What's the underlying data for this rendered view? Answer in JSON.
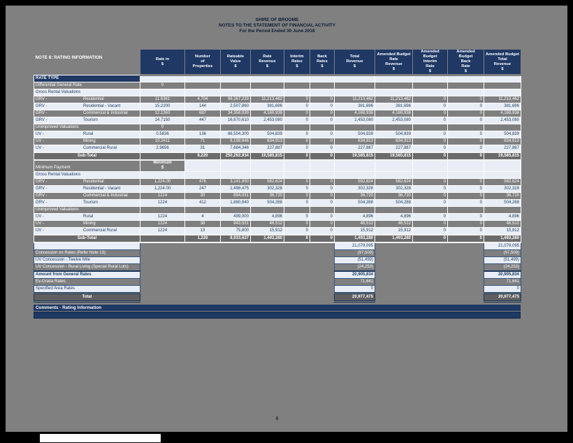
{
  "document": {
    "title_lines": [
      "SHIRE OF BROOME",
      "NOTES TO THE STATEMENT OF FINANCIAL ACTIVITY",
      "For the Period Ended 30 June 2018"
    ],
    "note_title": "NOTE 8: RATING INFORMATION",
    "comments_bar": "Comments - Rating Information",
    "page_number": "8"
  },
  "colors": {
    "header_navy": "#1F3864",
    "page_gray": "#808080",
    "light_row": "#E9EEF6",
    "gray_row": "#7F7F7F",
    "subtotal_row": "#6B6B6B",
    "light_text": "#17375D",
    "background": "#000000"
  },
  "table": {
    "columns": [
      {
        "lines": "Rate in\n$"
      },
      {
        "lines": "Number\nof\nProperties"
      },
      {
        "lines": "Rateable\nValue\n$"
      },
      {
        "lines": "Rate\nRevenue\n$"
      },
      {
        "lines": "Interim\nRates\n$"
      },
      {
        "lines": "Back\nRates\n$"
      },
      {
        "lines": "Total\nRevenue\n$"
      },
      {
        "lines": "Amended Budget\nRate\nRevenue\n$"
      },
      {
        "lines": "Amended Budget\nInterim\nRate\n$"
      },
      {
        "lines": "Amended Budget\nBack\nRate\n$"
      },
      {
        "lines": "Amended Budget\nTotal\nRevenue\n$"
      }
    ],
    "rows": [
      {
        "t": "bar",
        "code": "",
        "label": "RATE TYPE",
        "c": [
          "",
          "",
          "",
          "",
          "",
          "",
          "",
          "",
          "",
          "",
          ""
        ]
      },
      {
        "t": "secg",
        "code": "",
        "label": "Differential General Rate",
        "c": [
          "0",
          "",
          "",
          "",
          "",
          "",
          "",
          "",
          "",
          "",
          ""
        ]
      },
      {
        "t": "secl",
        "code": "",
        "label": "Gross Rental Valuations",
        "c": [
          "",
          "",
          "",
          "",
          "",
          "",
          "",
          "",
          "",
          "",
          ""
        ]
      },
      {
        "t": "dg",
        "code": "GRV -",
        "label": "Residential",
        "c": [
          "11.6361",
          "4,704",
          "96,367,233",
          "11,213,462",
          "0",
          "0",
          "11,213,462",
          "11,213,462",
          "0",
          "0",
          "11,213,462"
        ]
      },
      {
        "t": "dl",
        "code": "GRV -",
        "label": "Residential - Vacant",
        "c": [
          "15.2200",
          "144",
          "2,507,860",
          "381,696",
          "0",
          "0",
          "381,696",
          "381,696",
          "0",
          "0",
          "381,696"
        ]
      },
      {
        "t": "dg",
        "code": "GRV -",
        "label": "Commercial & Industrial",
        "c": [
          "12.1363",
          "687",
          "34,358,939",
          "4,169,938",
          "0",
          "0",
          "4,169,938",
          "4,169,938",
          "0",
          "0",
          "4,169,938"
        ]
      },
      {
        "t": "dl",
        "code": "GRV -",
        "label": "Tourism",
        "c": [
          "14.7150",
          "447",
          "16,670,610",
          "2,453,080",
          "0",
          "0",
          "2,453,080",
          "2,453,080",
          "0",
          "0",
          "2,453,080"
        ]
      },
      {
        "t": "secg",
        "code": "",
        "label": "Unimproved Valuations",
        "c": [
          "0",
          "",
          "",
          "",
          "",
          "",
          "",
          "",
          "",
          "",
          ""
        ]
      },
      {
        "t": "dl",
        "code": "UV -",
        "label": "Rural",
        "c": [
          "0.5836",
          "136",
          "86,504,300",
          "504,839",
          "0",
          "0",
          "504,839",
          "504,839",
          "0",
          "0",
          "504,839"
        ]
      },
      {
        "t": "dg",
        "code": "UV -",
        "label": "Mining",
        "c": [
          "10.2411",
          "71",
          "6,199,646",
          "634,913",
          "0",
          "0",
          "634,913",
          "634,913",
          "0",
          "0",
          "634,913"
        ]
      },
      {
        "t": "dl",
        "code": "UV -",
        "label": "Commercial Rural",
        "c": [
          "2.9656",
          "31",
          "7,684,346",
          "227,887",
          "0",
          "0",
          "227,887",
          "227,887",
          "0",
          "0",
          "227,887"
        ]
      },
      {
        "t": "sub",
        "code": "",
        "label": "Sub-Total",
        "c": [
          "",
          "6,220",
          "250,292,934",
          "19,585,815",
          "0",
          "0",
          "19,585,815",
          "19,585,815",
          "0",
          "0",
          "19,585,815"
        ]
      },
      {
        "t": "minhdr",
        "code": "",
        "label": "Minimum Payment",
        "c": [
          "Minimum\n$",
          "",
          "",
          "",
          "",
          "",
          "",
          "",
          "",
          "",
          ""
        ]
      },
      {
        "t": "secl",
        "code": "",
        "label": "Gross Rental Valuations",
        "c": [
          "",
          "",
          "",
          "",
          "",
          "",
          "",
          "",
          "",
          "",
          ""
        ]
      },
      {
        "t": "dg",
        "code": "GRV -",
        "label": "Residential",
        "c": [
          "1,224.00",
          "476",
          "3,141,950",
          "582,624",
          "0",
          "0",
          "582,624",
          "582,624",
          "0",
          "0",
          "582,624"
        ]
      },
      {
        "t": "dl",
        "code": "GRV -",
        "label": "Residential - Vacant",
        "c": [
          "1,224.00",
          "247",
          "1,498,475",
          "302,328",
          "0",
          "0",
          "302,328",
          "302,328",
          "0",
          "0",
          "302,328"
        ]
      },
      {
        "t": "dg",
        "code": "GRV -",
        "label": "Commercial & Industrial",
        "c": [
          "1224",
          "30",
          "894,031",
          "36,720",
          "0",
          "0",
          "36,720",
          "36,720",
          "0",
          "0",
          "36,720"
        ]
      },
      {
        "t": "dl",
        "code": "GRV -",
        "label": "Tourism",
        "c": [
          "1224",
          "412",
          "1,880,840",
          "504,288",
          "0",
          "0",
          "504,288",
          "504,288",
          "0",
          "0",
          "504,288"
        ]
      },
      {
        "t": "secg",
        "code": "",
        "label": "Unimproved Valuations",
        "c": [
          "",
          "",
          "",
          "",
          "",
          "",
          "",
          "",
          "",
          "",
          ""
        ]
      },
      {
        "t": "dl",
        "code": "UV -",
        "label": "Rural",
        "c": [
          "1224",
          "4",
          "499,000",
          "4,896",
          "0",
          "0",
          "4,896",
          "4,896",
          "0",
          "0",
          "4,896"
        ]
      },
      {
        "t": "dg",
        "code": "UV -",
        "label": "Mining",
        "c": [
          "1224",
          "38",
          "943,531",
          "46,512",
          "0",
          "0",
          "46,512",
          "46,512",
          "0",
          "0",
          "46,512"
        ]
      },
      {
        "t": "dl",
        "code": "UV -",
        "label": "Commercial Rural",
        "c": [
          "1224",
          "13",
          "75,800",
          "15,912",
          "0",
          "0",
          "15,912",
          "15,912",
          "0",
          "0",
          "15,912"
        ]
      },
      {
        "t": "sub",
        "code": "",
        "label": "Sub-Total",
        "c": [
          "",
          "1,220",
          "8,933,627",
          "1,493,280",
          "0",
          "0",
          "1,493,280",
          "1,493,280",
          "0",
          "0",
          "1,493,280"
        ]
      },
      {
        "t": "bl",
        "code": "",
        "label": "",
        "c": [
          null,
          null,
          null,
          null,
          null,
          null,
          "21,079,095",
          null,
          null,
          null,
          "21,079,095"
        ]
      },
      {
        "t": "bg",
        "code": "",
        "label": "Concession on Rates (Refer Note 13)",
        "c": [
          null,
          null,
          null,
          null,
          null,
          null,
          "(97,509)",
          null,
          null,
          null,
          "(97,509)"
        ]
      },
      {
        "t": "bl",
        "code": "",
        "label": "UV Concession - Twelve Mile",
        "c": [
          null,
          null,
          null,
          null,
          null,
          null,
          "(51,499)",
          null,
          null,
          null,
          "(51,499)"
        ]
      },
      {
        "t": "bg",
        "code": "",
        "label": "UV Concession - Rural Living (Special Rural Lots)",
        "c": [
          null,
          null,
          null,
          null,
          null,
          null,
          "(24,253)",
          null,
          null,
          null,
          "(24,253)"
        ]
      },
      {
        "t": "blb",
        "code": "",
        "label": "Amount from General Rates",
        "c": [
          null,
          null,
          null,
          null,
          null,
          null,
          "20,905,834",
          null,
          null,
          null,
          "20,905,834"
        ]
      },
      {
        "t": "bg",
        "code": "",
        "label": "Ex-Gratia Rates",
        "c": [
          null,
          null,
          null,
          null,
          null,
          null,
          "71,641",
          null,
          null,
          null,
          "71,641"
        ]
      },
      {
        "t": "bl",
        "code": "",
        "label": "Specified Area Rates",
        "c": [
          null,
          null,
          null,
          null,
          null,
          null,
          "0",
          null,
          null,
          null,
          "0"
        ]
      },
      {
        "t": "tot",
        "code": "",
        "label": "Total",
        "c": [
          null,
          null,
          null,
          null,
          null,
          null,
          "20,977,475",
          null,
          null,
          null,
          "20,977,475"
        ]
      }
    ]
  }
}
